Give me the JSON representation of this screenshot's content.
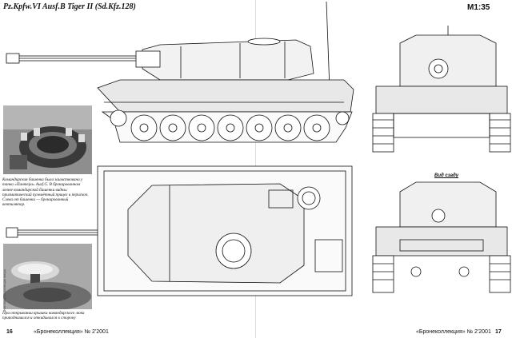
{
  "page": {
    "title": "Pz.Kpfw.VI Ausf.B Tiger II (Sd.Kfz.128)",
    "scale": "M1:35",
    "rear_view_label": "Вид сзаду",
    "caption_top": "Командирская башенка была заимствована у танка «Пантера» Ausf.G. В бронированном лючке командирской башенки видны: призматический пулемётный прицел и перископ. Слева от башенки — бронированный вентилятор.",
    "caption_bottom": "При открывании крышки командирского люка приподнимался и откидывался в сторону",
    "photo_credit": "Фото взяты из коллекции автора",
    "footer": {
      "left_page": "16",
      "left_magazine": "«Бронеколлекция» № 2'2001",
      "right_magazine": "«Бронеколлекция» № 2'2001",
      "right_page": "17"
    }
  },
  "colors": {
    "ink": "#111111",
    "paper": "#ffffff",
    "hull_fill": "#e8e8e8",
    "photo_gray": "#9a9a9a"
  }
}
